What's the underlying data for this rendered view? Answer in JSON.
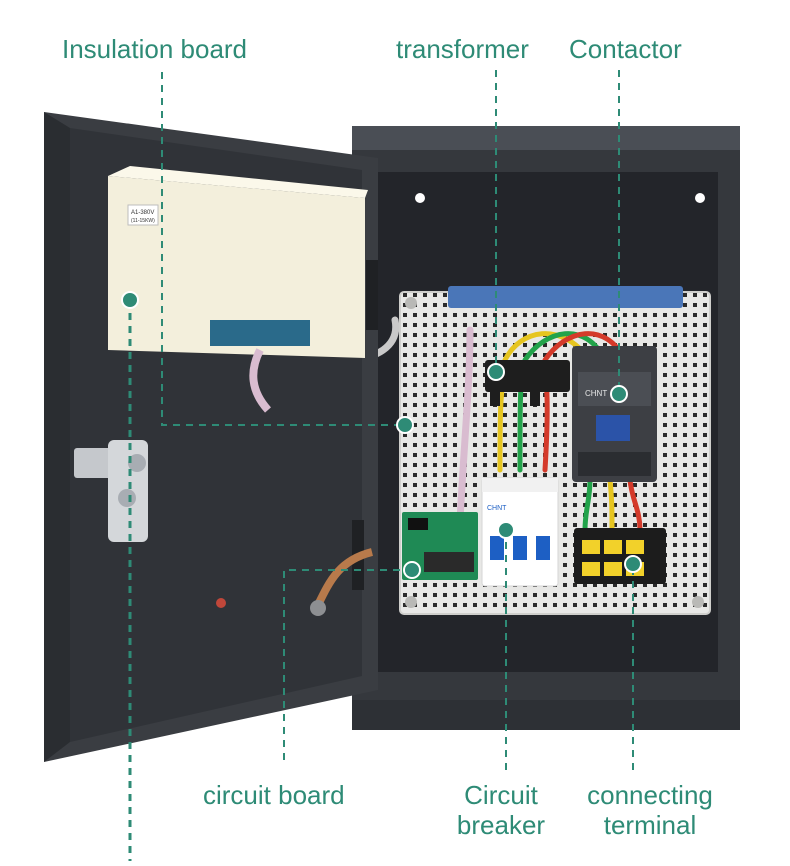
{
  "labels": {
    "insulation_board": "Insulation board",
    "transformer": "transformer",
    "contactor": "Contactor",
    "circuit_board": "circuit board",
    "circuit_breaker_line1": "Circuit",
    "circuit_breaker_line2": "breaker",
    "connecting_terminal_line1": "connecting",
    "connecting_terminal_line2": "terminal"
  },
  "device_text": {
    "insulation_sticker_line1": "A1-380V",
    "insulation_sticker_line2": "(11-15KW)",
    "contactor_brand": "CHNT",
    "breaker_brand": "CHNT"
  },
  "colors": {
    "accent": "#2e8b76",
    "cabinet": "#3a3d42",
    "cabinet_inner": "#2a2c30",
    "mounting_plate": "#e8e8e6",
    "insulation_box": "#f3efdc",
    "contactor_body": "#3d3f44",
    "breaker_body": "#ffffff",
    "breaker_handle": "#1d5fc4",
    "terminal_block": "#1c1c1c",
    "terminal_yellow": "#f2d12a",
    "top_rail": "#4a76b8"
  }
}
